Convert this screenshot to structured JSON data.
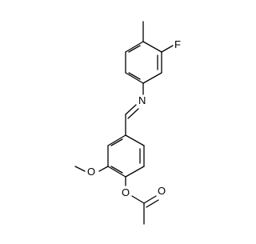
{
  "diagram": {
    "atom_labels": {
      "fluorine": "F",
      "nitrogen": "N",
      "ether_oxygen": "O",
      "ester_oxygen": "O",
      "carbonyl_oxygen": "O"
    },
    "colors": {
      "bond": "#000000",
      "label": "#000000",
      "background": "#ffffff"
    }
  }
}
